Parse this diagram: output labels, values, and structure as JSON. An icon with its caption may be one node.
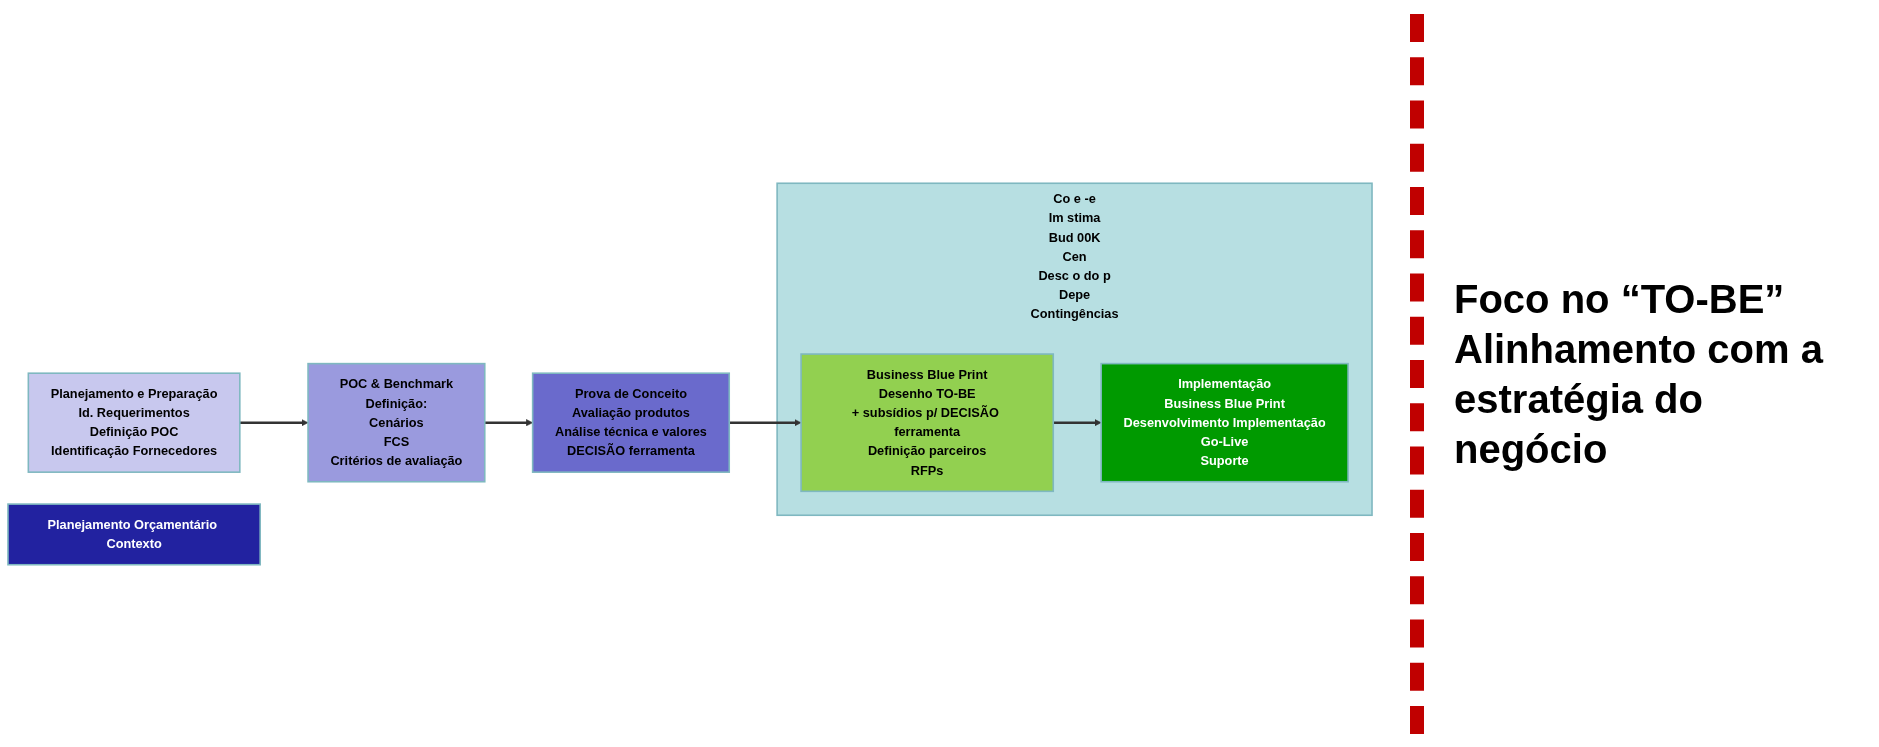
{
  "diagram": {
    "nodes": [
      {
        "text": [
          "Planejamento e Preparação",
          "Id. Requerimentos",
          "Definição POC",
          "Identificação Fornecedores"
        ]
      },
      {
        "text": [
          "POC & Benchmark",
          "Definição:",
          "Cenários",
          "FCS",
          "Critérios de avaliação"
        ]
      },
      {
        "text": [
          "Prova de Conceito",
          "Avaliação produtos",
          "Análise técnica e valores",
          "DECISÃO ferramenta"
        ]
      },
      {
        "text": [
          "Co e -e",
          "Im stima",
          "Bud 00K",
          "Cen",
          "Desc o do p",
          "Depe",
          "Contingências"
        ]
      },
      {
        "text": [
          "Business Blue Print",
          "Desenho TO-BE",
          "+ subsídios p/ DECISÃO ferramenta",
          "Definição parceiros",
          "RFPs"
        ],
        "in": 3
      },
      {
        "text": [
          "Implementação",
          "Business Blue Print",
          "Desenvolvimento Implementação",
          "Go-Live",
          "Suporte"
        ],
        "in": 3
      },
      {
        "text": [
          "Planejamento Orçamentário Contexto"
        ]
      },
      {
        "text": [],
        "shape": "bar"
      }
    ],
    "edges": [
      {
        "from": 0,
        "to": 1,
        "arrow": "to"
      },
      {
        "from": 1,
        "to": 2,
        "arrow": "to"
      },
      {
        "from": 2,
        "to": 4,
        "arrow": "to"
      },
      {
        "from": 4,
        "to": 5,
        "arrow": "to"
      }
    ],
    "labels": [
      "Foco no “TO-BE”",
      "Alinhamento com a estratégia do negócio"
    ]
  }
}
